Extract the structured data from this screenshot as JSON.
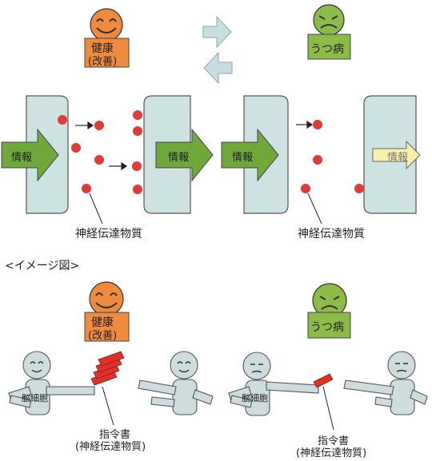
{
  "top": {
    "healthy_label": "健康",
    "healthy_sub": "(改善)",
    "depressed_label": "うつ病",
    "info_label": "情報",
    "neuro_label": "神経伝達物質"
  },
  "image_caption": "<イメージ図>",
  "bottom": {
    "healthy_label": "健康",
    "healthy_sub": "(改善)",
    "depressed_label": "うつ病",
    "brain_cell_label": "脳細胞",
    "command_label": "指令書",
    "command_sub": "(神経伝達物質)"
  },
  "colors": {
    "cell_fill": "#cfe2e2",
    "arrow_green": "#6ea93a",
    "arrow_yellow": "#f6f1a6",
    "dot_red": "#e13a37",
    "face_orange": "#f08a3c",
    "face_green": "#8dbb48",
    "figure_fill": "#cfdcdd",
    "letter_red": "#e0302a"
  }
}
